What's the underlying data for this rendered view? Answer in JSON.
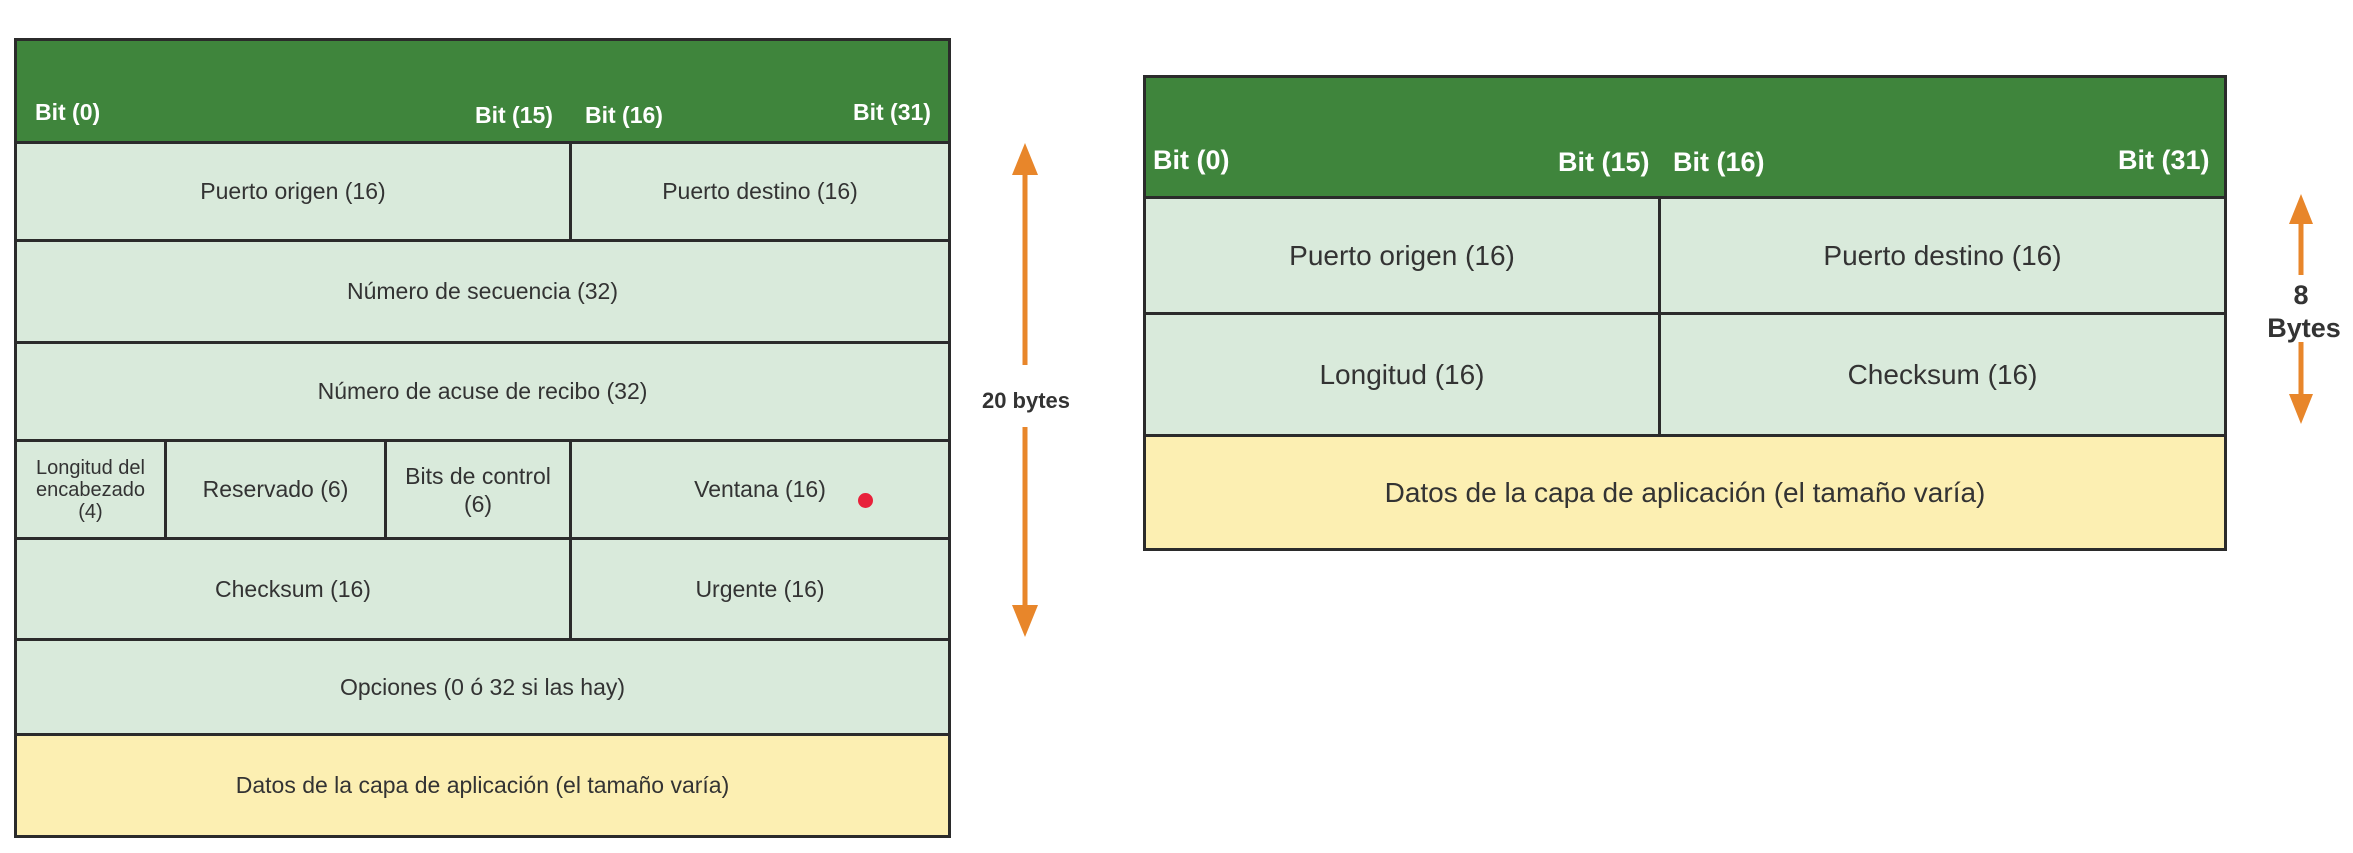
{
  "colors": {
    "header_green": "#3f853c",
    "cell_green": "#d9eadb",
    "data_yellow": "#fcefb2",
    "arrow_orange": "#e8862a",
    "dot_red": "#e8213a"
  },
  "tcp": {
    "bits": {
      "b0": "Bit (0)",
      "b15": "Bit (15)",
      "b16": "Bit (16)",
      "b31": "Bit (31)"
    },
    "puerto_origen": "Puerto origen (16)",
    "puerto_destino": "Puerto destino (16)",
    "secuencia": "Número de secuencia (32)",
    "acuse": "Número de acuse de recibo (32)",
    "longitud": "Longitud del encabezado (4)",
    "reservado": "Reservado (6)",
    "bits_control": "Bits de control (6)",
    "ventana": "Ventana (16)",
    "checksum": "Checksum (16)",
    "urgente": "Urgente (16)",
    "opciones": "Opciones (0 ó 32 si las hay)",
    "datos": "Datos de la capa de aplicación (el tamaño varía)",
    "size_label": "20 bytes"
  },
  "udp": {
    "bits": {
      "b0": "Bit (0)",
      "b15": "Bit (15)",
      "b16": "Bit (16)",
      "b31": "Bit (31)"
    },
    "puerto_origen": "Puerto origen (16)",
    "puerto_destino": "Puerto destino (16)",
    "longitud": "Longitud (16)",
    "checksum": "Checksum (16)",
    "datos": "Datos de la capa de aplicación (el tamaño varía)",
    "size_number": "8",
    "size_unit": "Bytes"
  }
}
